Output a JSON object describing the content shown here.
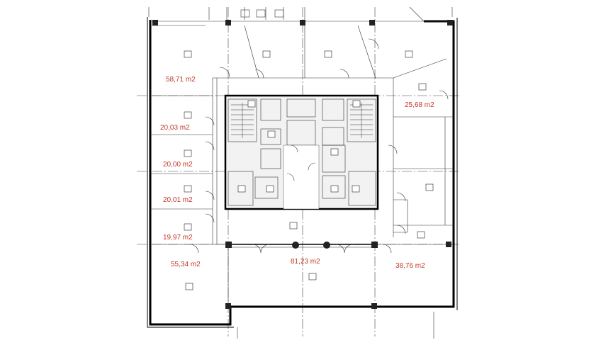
{
  "floor_plan": {
    "areas": [
      {
        "id": "office-nw",
        "label": "58,71 m2"
      },
      {
        "id": "office-w1",
        "label": "20,03 m2"
      },
      {
        "id": "office-w2",
        "label": "20,00 m2"
      },
      {
        "id": "office-w3",
        "label": "20,01 m2"
      },
      {
        "id": "office-w4",
        "label": "19,97 m2"
      },
      {
        "id": "office-sw",
        "label": "55,34 m2"
      },
      {
        "id": "lobby",
        "label": "81,23 m2"
      },
      {
        "id": "office-se",
        "label": "38,76 m2"
      },
      {
        "id": "office-ne",
        "label": "25,68 m2"
      }
    ],
    "colors": {
      "area_label": "#c0392b",
      "wall": "#000000",
      "core_fill": "#f2f2f2",
      "background": "#ffffff"
    }
  }
}
